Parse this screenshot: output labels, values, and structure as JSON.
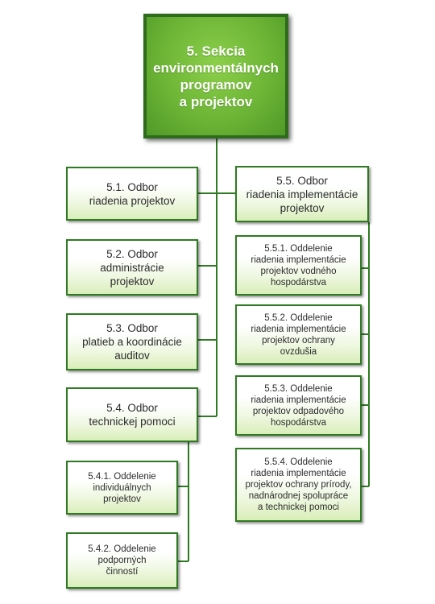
{
  "root": {
    "label": "5. Sekcia\nenvironmentálnych\nprogramov\na projektov"
  },
  "left": {
    "odbor_5_1": "5.1. Odbor\nriadenia projektov",
    "odbor_5_2": "5.2. Odbor\nadministrácie\nprojektov",
    "odbor_5_3": "5.3. Odbor\nplatieb a koordinácie\nauditov",
    "odbor_5_4": "5.4. Odbor\ntechnickej pomoci",
    "oddelenie_5_4_1": "5.4.1. Oddelenie\nindividuálnych\nprojektov",
    "oddelenie_5_4_2": "5.4.2. Oddelenie\npodporných\nčinností"
  },
  "right": {
    "odbor_5_5": "5.5. Odbor\nriadenia implementácie\nprojektov",
    "oddelenie_5_5_1": "5.5.1. Oddelenie\nriadenia implementácie\nprojektov vodného\nhospodárstva",
    "oddelenie_5_5_2": "5.5.2. Oddelenie\nriadenia implementácie\nprojektov ochrany\novzdušia",
    "oddelenie_5_5_3": "5.5.3. Oddelenie\nriadenia implementácie\nprojektov odpadového\nhospodárstva",
    "oddelenie_5_5_4": "5.5.4. Oddelenie\nriadenia implementácie\nprojektov ochrany prírody,\nnadnárodnej spolupráce\na technickej pomoci"
  },
  "colors": {
    "accent": "#6db536",
    "border": "#2f7a22",
    "connector": "#2f7a22"
  }
}
